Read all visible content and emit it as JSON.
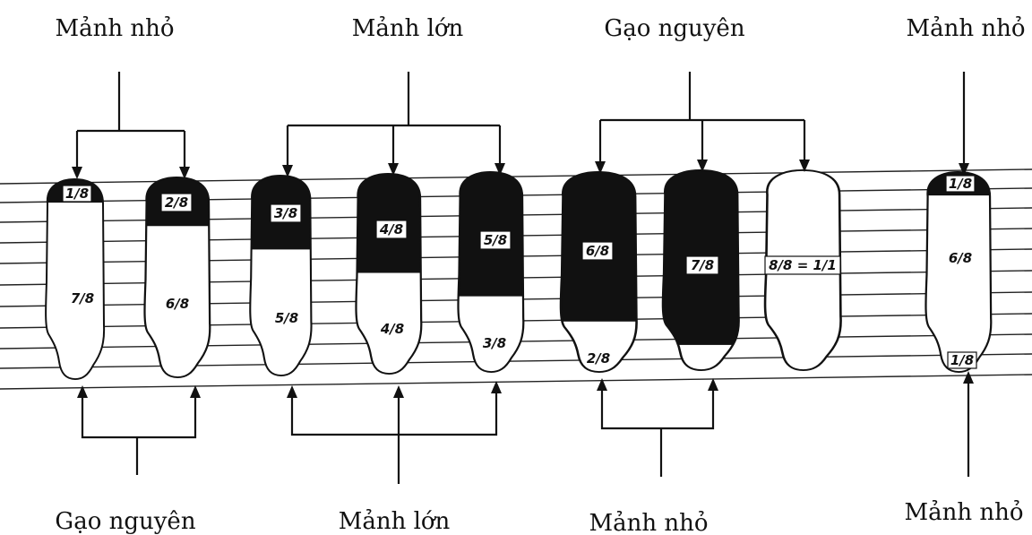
{
  "top_labels": [
    "Mảnh nhỏ",
    "Mảnh lớn",
    "Gạo nguyên",
    "Mảnh nhỏ"
  ],
  "bottom_labels": [
    "Gạo nguyên",
    "Mảnh lớn",
    "Mảnh nhỏ",
    "Mảnh nhỏ"
  ],
  "grains": [
    {
      "dark": "1/8",
      "light": "7/8",
      "dark_fraction": 0.125
    },
    {
      "dark": "2/8",
      "light": "6/8",
      "dark_fraction": 0.25
    },
    {
      "dark": "3/8",
      "light": "5/8",
      "dark_fraction": 0.375
    },
    {
      "dark": "4/8",
      "light": "4/8",
      "dark_fraction": 0.5
    },
    {
      "dark": "5/8",
      "light": "3/8",
      "dark_fraction": 0.625
    },
    {
      "dark": "6/8",
      "light": "2/8",
      "dark_fraction": 0.75
    },
    {
      "dark": "7/8",
      "light": "",
      "dark_fraction": 0.875
    },
    {
      "dark": "",
      "light": "8/8 = 1/1",
      "dark_fraction": 0
    },
    {
      "dark": "1/8",
      "light": "6/8",
      "bottom": "1/8",
      "dark_fraction": 0.125
    }
  ],
  "colors": {
    "ink": "#111111",
    "paper": "#ffffff"
  }
}
